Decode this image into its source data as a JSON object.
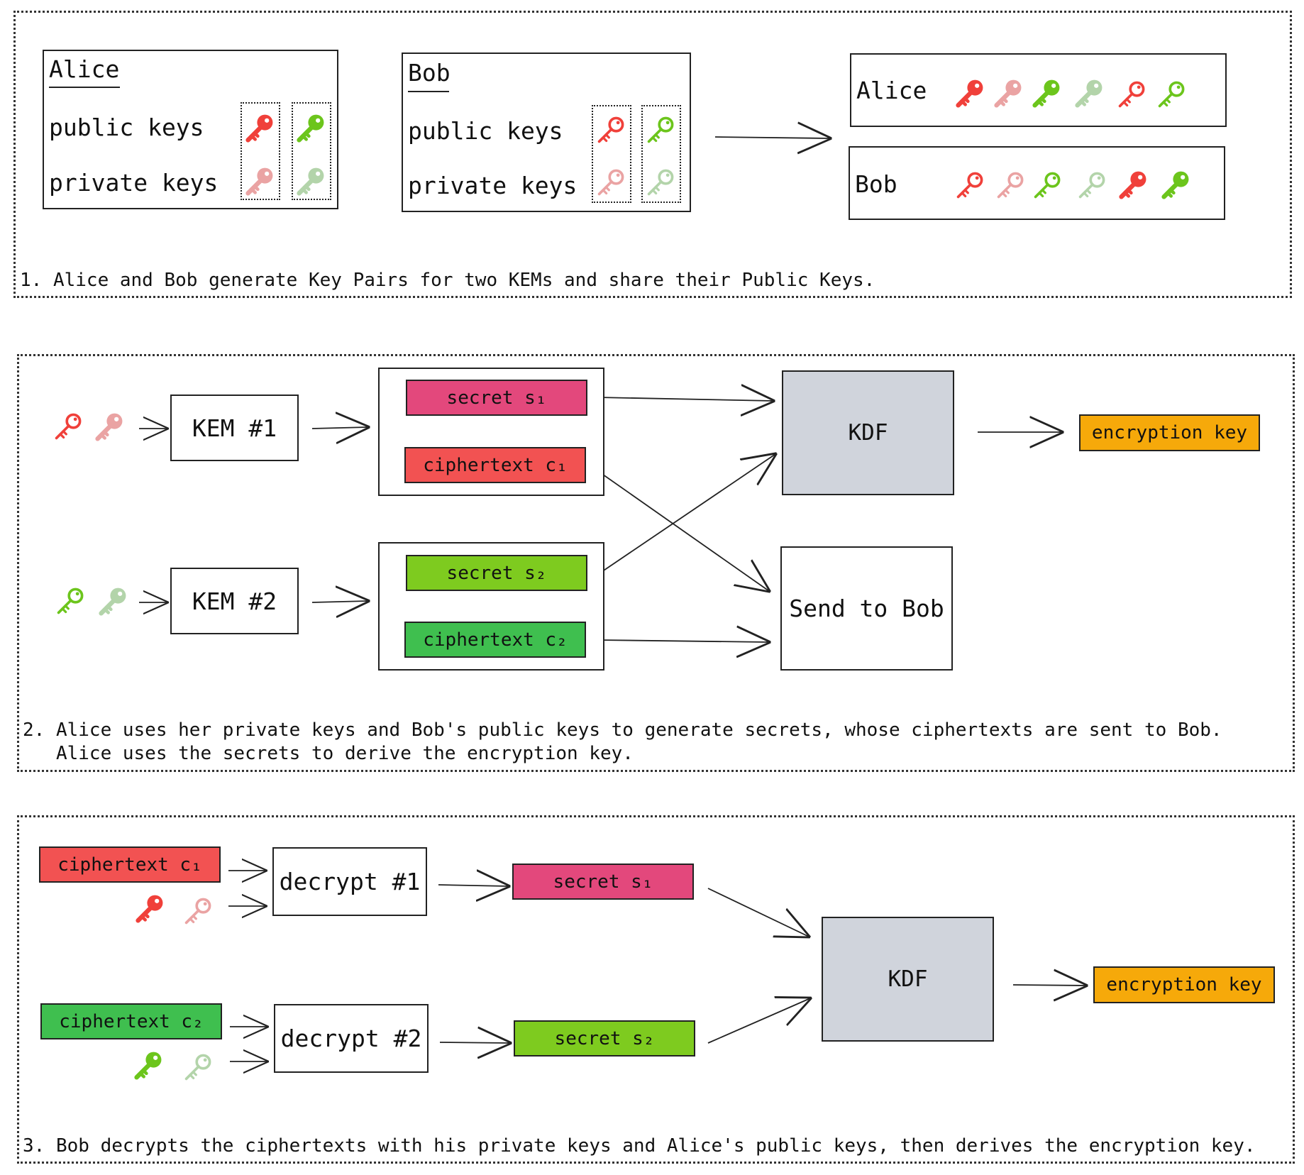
{
  "colors": {
    "key_red": "#f0403a",
    "key_pink": "#eaa3a3",
    "key_green": "#6cc51c",
    "key_sage": "#b3d4aa",
    "secret_s1": "#e3487c",
    "ciphertext_c1": "#f25252",
    "secret_s2": "#7ecb1f",
    "ciphertext_c2": "#3fbf4f",
    "encryption_key": "#f6a90a",
    "kdf": "#d0d4dc"
  },
  "step1": {
    "alice_card": {
      "name": "Alice",
      "public_label": "public keys",
      "private_label": "private keys"
    },
    "bob_card": {
      "name": "Bob",
      "public_label": "public keys",
      "private_label": "private keys"
    },
    "alice_row": {
      "name": "Alice"
    },
    "bob_row": {
      "name": "Bob"
    },
    "caption": "1. Alice and Bob generate Key Pairs for two KEMs and share their Public Keys."
  },
  "step2": {
    "kem1": "KEM #1",
    "kem2": "KEM #2",
    "secret1": "secret s₁",
    "ciphertext1": "ciphertext c₁",
    "secret2": "secret s₂",
    "ciphertext2": "ciphertext c₂",
    "kdf": "KDF",
    "output": "encryption key",
    "send": "Send to Bob",
    "caption_line1": "2. Alice uses her private keys and Bob's public keys to generate secrets, whose ciphertexts are sent to Bob.",
    "caption_line2": "   Alice uses the secrets to derive the encryption key."
  },
  "step3": {
    "ciphertext1": "ciphertext c₁",
    "ciphertext2": "ciphertext c₂",
    "decrypt1": "decrypt #1",
    "decrypt2": "decrypt #2",
    "secret1": "secret s₁",
    "secret2": "secret s₂",
    "kdf": "KDF",
    "output": "encryption key",
    "caption": "3. Bob decrypts the ciphertexts with his private keys and Alice's public keys, then derives the encryption key."
  }
}
